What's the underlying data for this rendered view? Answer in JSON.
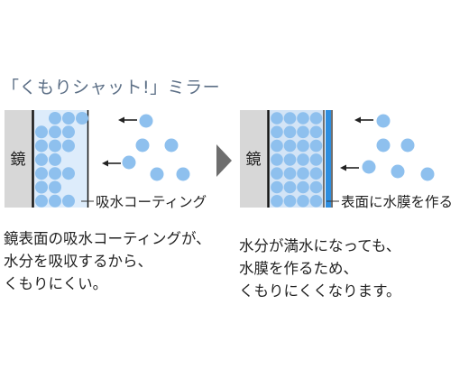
{
  "title": "「くもりシャット!」ミラー",
  "left_panel": {
    "mirror_label": "鏡",
    "coating_label": "吸水コーティング",
    "description": [
      "鏡表面の吸水コーティングが、",
      "水分を吸収するから、",
      "くもりにくい。"
    ]
  },
  "right_panel": {
    "mirror_label": "鏡",
    "film_label": "表面に水膜を作る",
    "description": [
      "水分が満水になっても、",
      "水膜を作るため、",
      "くもりにくくなります。"
    ]
  },
  "colors": {
    "title": "#5c6f86",
    "mirror": "#d7d7d7",
    "coating": "#ddecfb",
    "coating_saturated": "#d3e4f6",
    "droplet": "#8ec0ee",
    "water_film": "#2d8ee0",
    "arrow": "#6e6e6e"
  }
}
